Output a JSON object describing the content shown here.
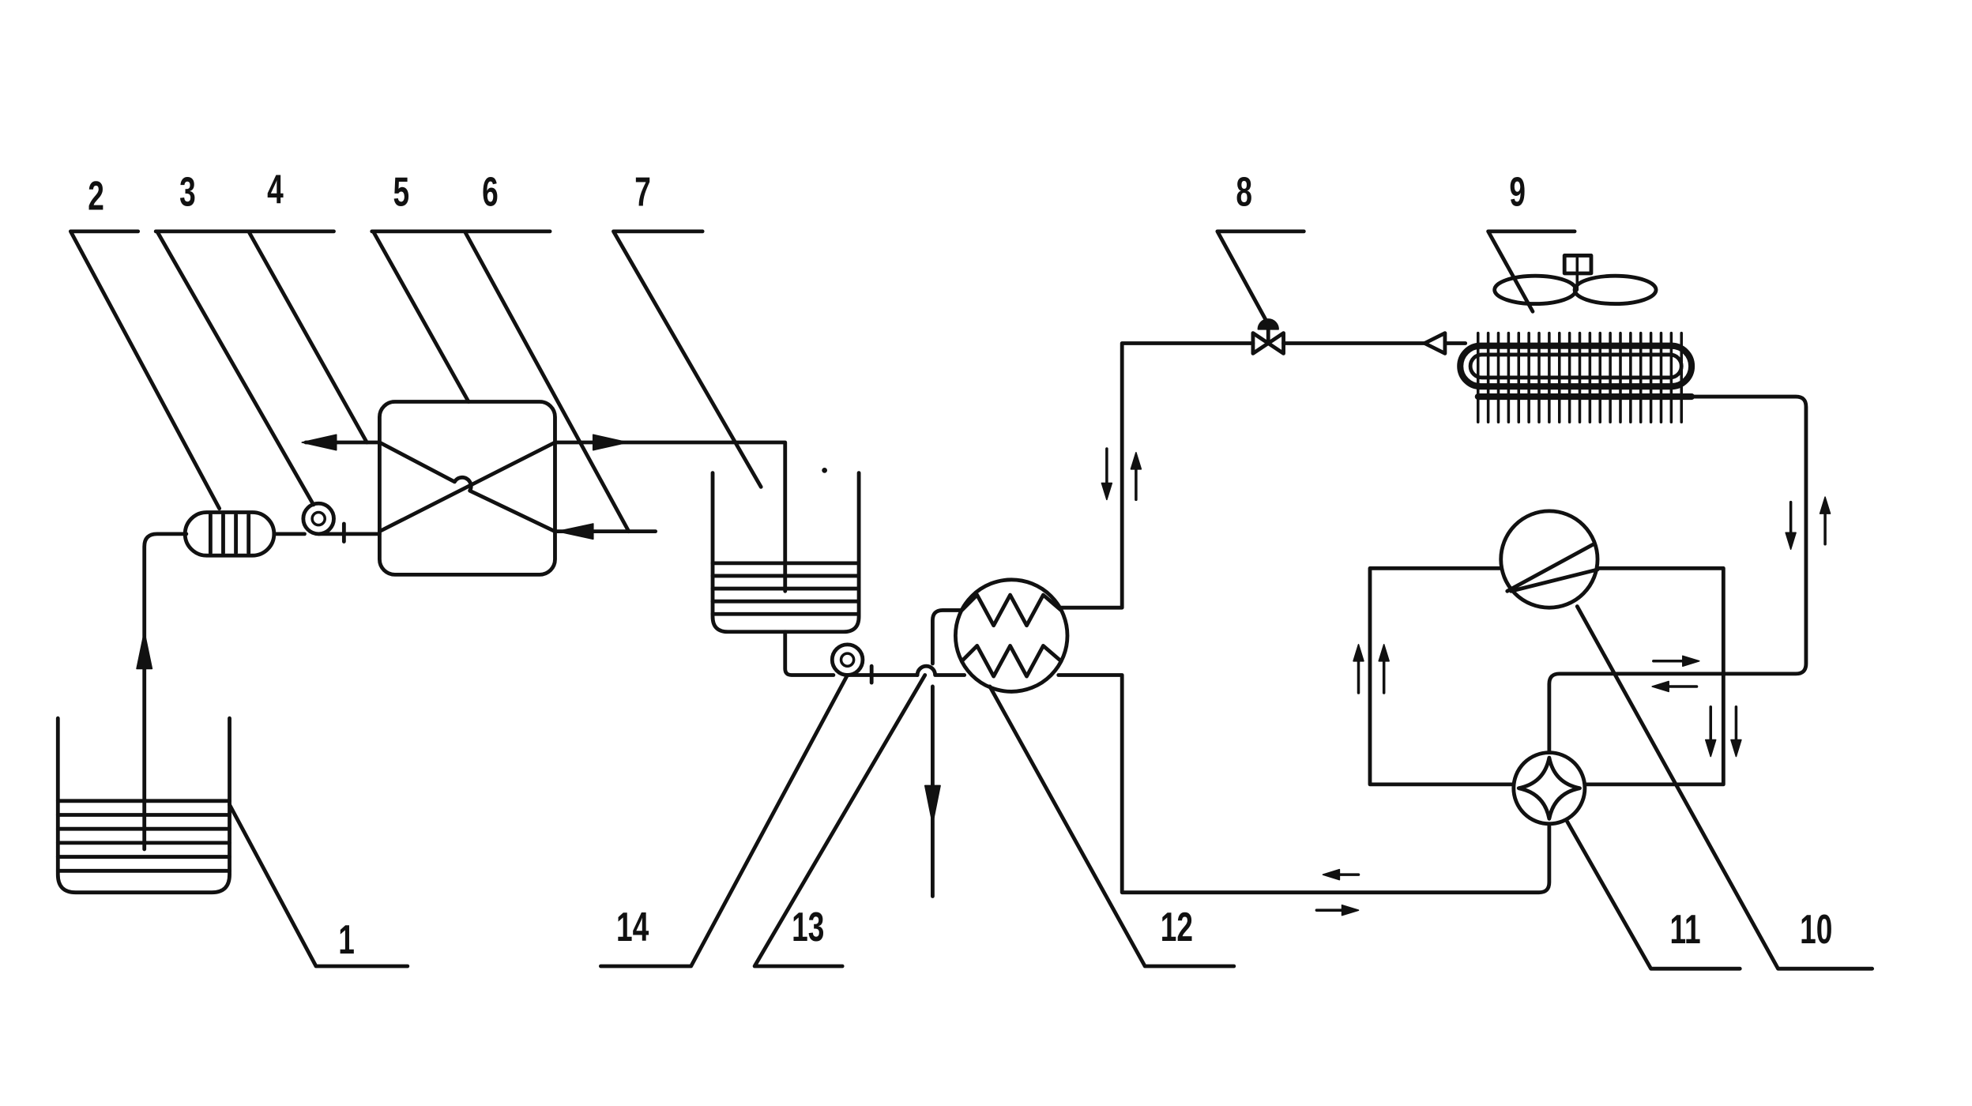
{
  "colors": {
    "line": "#111111",
    "background": "#ffffff"
  },
  "labels": {
    "1": "1",
    "2": "2",
    "3": "3",
    "4": "4",
    "5": "5",
    "6": "6",
    "7": "7",
    "8": "8",
    "9": "9",
    "10": "10",
    "11": "11",
    "12": "12",
    "13": "13",
    "14": "14"
  }
}
